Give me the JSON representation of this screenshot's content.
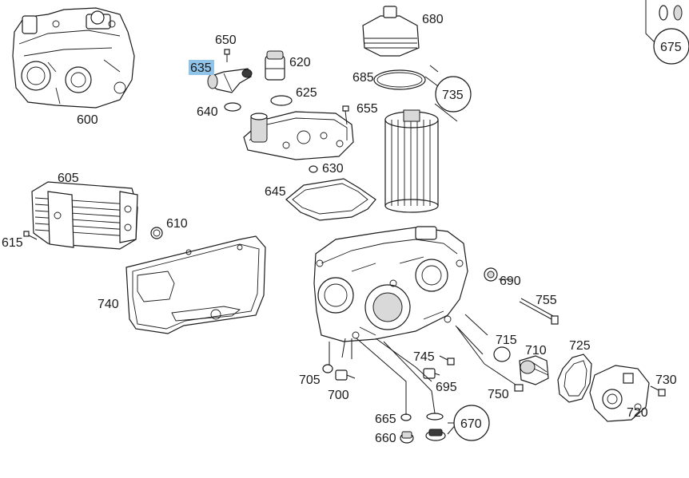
{
  "diagram": {
    "highlighted_part": "635",
    "labels": [
      {
        "id": "p600",
        "text": "600"
      },
      {
        "id": "p605",
        "text": "605"
      },
      {
        "id": "p610",
        "text": "610"
      },
      {
        "id": "p615",
        "text": "615"
      },
      {
        "id": "p620",
        "text": "620"
      },
      {
        "id": "p625",
        "text": "625"
      },
      {
        "id": "p630",
        "text": "630"
      },
      {
        "id": "p635",
        "text": "635"
      },
      {
        "id": "p640",
        "text": "640"
      },
      {
        "id": "p645",
        "text": "645"
      },
      {
        "id": "p650",
        "text": "650"
      },
      {
        "id": "p655",
        "text": "655"
      },
      {
        "id": "p660",
        "text": "660"
      },
      {
        "id": "p665",
        "text": "665"
      },
      {
        "id": "p670",
        "text": "670"
      },
      {
        "id": "p675",
        "text": "675"
      },
      {
        "id": "p680",
        "text": "680"
      },
      {
        "id": "p685",
        "text": "685"
      },
      {
        "id": "p690",
        "text": "690"
      },
      {
        "id": "p695",
        "text": "695"
      },
      {
        "id": "p700",
        "text": "700"
      },
      {
        "id": "p705",
        "text": "705"
      },
      {
        "id": "p710",
        "text": "710"
      },
      {
        "id": "p715",
        "text": "715"
      },
      {
        "id": "p720",
        "text": "720"
      },
      {
        "id": "p725",
        "text": "725"
      },
      {
        "id": "p730",
        "text": "730"
      },
      {
        "id": "p735",
        "text": "735"
      },
      {
        "id": "p740",
        "text": "740"
      },
      {
        "id": "p745",
        "text": "745"
      },
      {
        "id": "p750",
        "text": "750"
      },
      {
        "id": "p755",
        "text": "755"
      }
    ],
    "highlight_color": "#8fc3e8",
    "line_color": "#1a1a1a"
  }
}
